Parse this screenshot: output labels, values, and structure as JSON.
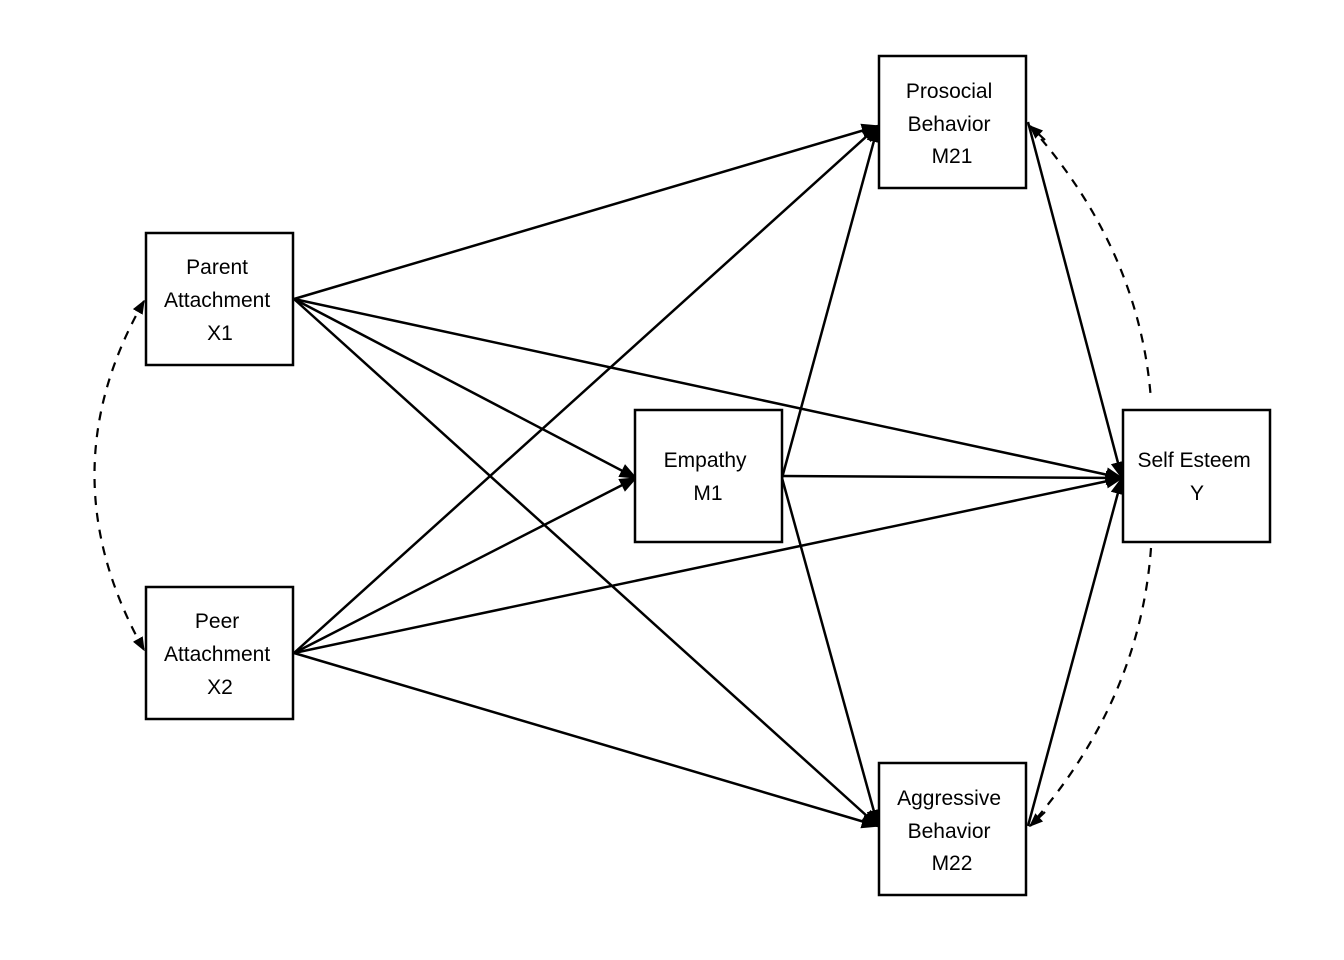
{
  "diagram": {
    "line_color": "#000000",
    "nodes": {
      "x1": {
        "lines": [
          "Parent",
          "Attachment",
          "X1"
        ]
      },
      "x2": {
        "lines": [
          "Peer",
          "Attachment",
          "X2"
        ]
      },
      "m1": {
        "lines": [
          "Empathy",
          "M1"
        ]
      },
      "m21": {
        "lines": [
          "Prosocial",
          "Behavior",
          "M21"
        ]
      },
      "m22": {
        "lines": [
          "Aggressive",
          "Behavior",
          "M22"
        ]
      },
      "y": {
        "lines": [
          "Self Esteem",
          "Y"
        ]
      }
    },
    "paths": [
      {
        "from": "x1",
        "to": "m1",
        "style": "solid"
      },
      {
        "from": "x1",
        "to": "m21",
        "style": "solid"
      },
      {
        "from": "x1",
        "to": "m22",
        "style": "solid"
      },
      {
        "from": "x1",
        "to": "y",
        "style": "solid"
      },
      {
        "from": "x2",
        "to": "m1",
        "style": "solid"
      },
      {
        "from": "x2",
        "to": "m21",
        "style": "solid"
      },
      {
        "from": "x2",
        "to": "m22",
        "style": "solid"
      },
      {
        "from": "x2",
        "to": "y",
        "style": "solid"
      },
      {
        "from": "m1",
        "to": "m21",
        "style": "solid"
      },
      {
        "from": "m1",
        "to": "m22",
        "style": "solid"
      },
      {
        "from": "m1",
        "to": "y",
        "style": "solid"
      },
      {
        "from": "m21",
        "to": "y",
        "style": "solid"
      },
      {
        "from": "m22",
        "to": "y",
        "style": "solid"
      }
    ],
    "covariances": [
      {
        "between": [
          "x1",
          "x2"
        ],
        "style": "dashed"
      },
      {
        "between": [
          "m21",
          "y"
        ],
        "style": "dashed"
      },
      {
        "between": [
          "m22",
          "y"
        ],
        "style": "dashed"
      }
    ]
  }
}
